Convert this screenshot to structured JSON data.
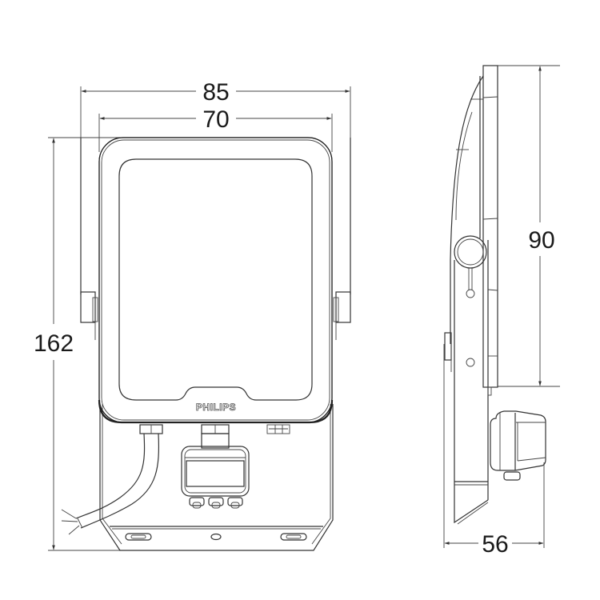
{
  "drawing": {
    "subject": "Floodlight with motion sensor — dimensioned drawing",
    "brand_label": "PHILIPS",
    "units_implied": "mm"
  },
  "front_view": {
    "dimensions": {
      "overall_width": "85",
      "housing_width": "70",
      "overall_height": "162"
    }
  },
  "side_view": {
    "dimensions": {
      "housing_height": "90",
      "overall_depth": "56"
    }
  },
  "colors": {
    "line": "#333333",
    "background": "#ffffff",
    "text": "#1a1a1a"
  }
}
